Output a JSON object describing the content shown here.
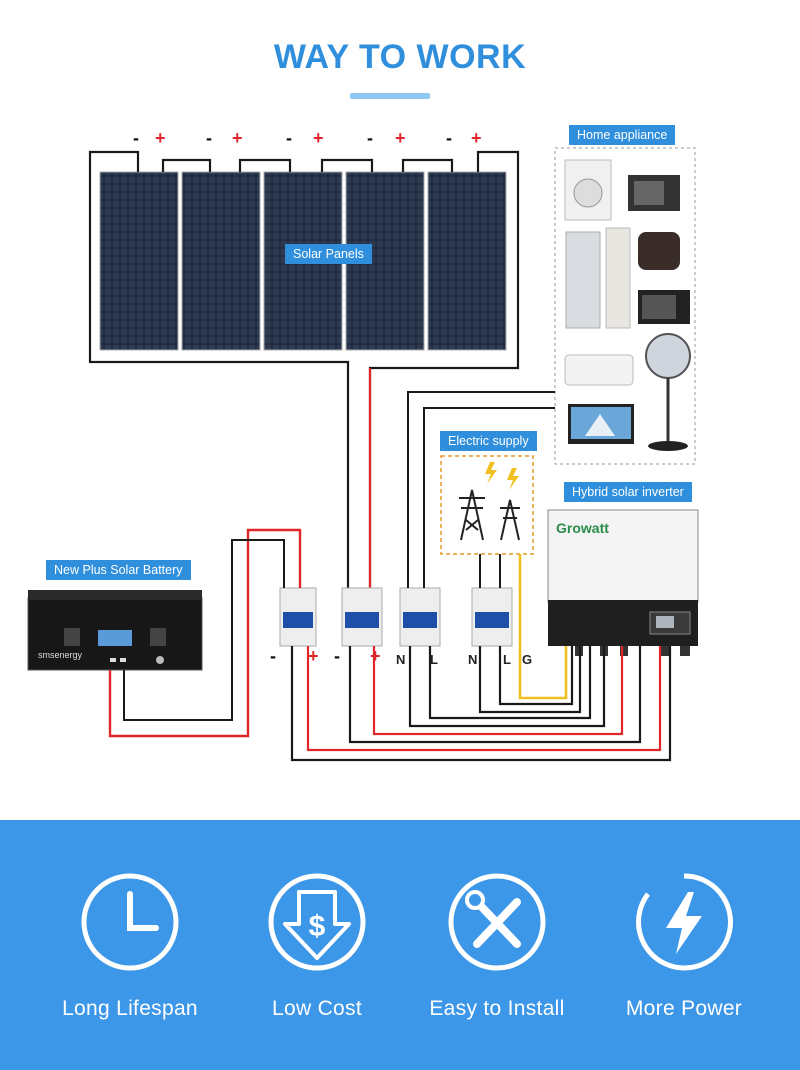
{
  "title": "WAY TO WORK",
  "labels": {
    "solar_panels": "Solar Panels",
    "home_appliance": "Home appliance",
    "electric_supply": "Electric supply",
    "hybrid_inverter": "Hybrid solar inverter",
    "battery": "New Plus Solar Battery",
    "inverter_brand": "Growatt",
    "battery_brand": "smsenergy"
  },
  "panel_polarity": {
    "minus": "-",
    "plus": "+"
  },
  "breaker_terminals": [
    "-",
    "+",
    "-",
    "+",
    "N",
    "L",
    "N",
    "L",
    "G"
  ],
  "features": [
    {
      "label": "Long Lifespan",
      "icon": "clock-icon"
    },
    {
      "label": "Low Cost",
      "icon": "dollar-down-icon"
    },
    {
      "label": "Easy to Install",
      "icon": "tools-icon"
    },
    {
      "label": "More Power",
      "icon": "lightning-icon"
    }
  ],
  "colors": {
    "accent": "#2f8fdd",
    "footer": "#3d97e8",
    "positive": "#e0262b",
    "ground": "#f0c020"
  }
}
